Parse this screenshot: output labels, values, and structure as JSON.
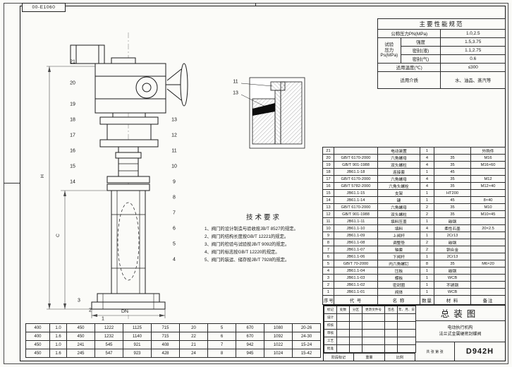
{
  "doc_code": "00-E1060",
  "spec_table": {
    "title": "主要性能规范",
    "pn_label": "公称压力PN(MPa)",
    "pn_value": "1.0,2.5",
    "test_group_label": "试验\n压力\nPs(MPa)",
    "strength_label": "强度",
    "strength_value": "1.5,3.75",
    "seal_liquid_label": "密封(液)",
    "seal_liquid_value": "1.1,2.75",
    "seal_gas_label": "密封(气)",
    "seal_gas_value": "0.6",
    "temp_label": "适用温度(℃)",
    "temp_value": "≤300",
    "medium_label": "适用介质",
    "medium_value": "水、油品、蒸汽等"
  },
  "tech_req": {
    "title": "技术要求",
    "items": [
      "1、阀门的设计制造与验收按JB/T 8527的规定。",
      "2、阀门的结构长度按GB/T 12221的规定。",
      "3、阀门的检验与试验按JB/T 9092的规定。",
      "4、阀门的标志按GB/T 12220的规定。",
      "5、阀门的装运、储存按JB/T 7928的规定。"
    ]
  },
  "dims": {
    "h": "H",
    "c": "C",
    "dn": "DN"
  },
  "callouts": [
    "21",
    "20",
    "19",
    "18",
    "17",
    "16",
    "15",
    "14",
    "13",
    "12",
    "11",
    "10",
    "9",
    "8",
    "7",
    "6",
    "5",
    "4",
    "3",
    "2",
    "1"
  ],
  "detail_callouts": [
    "11",
    "13"
  ],
  "parts_table": {
    "headers": [
      "序号",
      "代  号",
      "名  称",
      "数量",
      "材  料",
      "备注"
    ],
    "rows": [
      [
        "21",
        "",
        "电动装置",
        "1",
        "",
        "外购件"
      ],
      [
        "20",
        "GB/T 6170-2000",
        "六角螺母",
        "4",
        "35",
        "M16"
      ],
      [
        "19",
        "GB/T 901-1988",
        "双头螺柱",
        "4",
        "35",
        "M16×60"
      ],
      [
        "18",
        "JB61.1-18",
        "连接套",
        "1",
        "45",
        ""
      ],
      [
        "17",
        "GB/T 6170-2000",
        "六角螺母",
        "4",
        "35",
        "M12"
      ],
      [
        "16",
        "GB/T 5782-2000",
        "六角头螺栓",
        "4",
        "35",
        "M12×40"
      ],
      [
        "15",
        "JB61.1-15",
        "支架",
        "1",
        "HT200",
        ""
      ],
      [
        "14",
        "JB61.1-14",
        "键",
        "1",
        "45",
        "8×40"
      ],
      [
        "13",
        "GB/T 6170-2000",
        "六角螺母",
        "2",
        "35",
        "M10"
      ],
      [
        "12",
        "GB/T 901-1988",
        "双头螺柱",
        "2",
        "35",
        "M10×45"
      ],
      [
        "11",
        "JB61.1-11",
        "填料压盖",
        "1",
        "碳钢",
        ""
      ],
      [
        "10",
        "JB61.1-10",
        "填料",
        "4",
        "柔性石墨",
        "20×2.5"
      ],
      [
        "9",
        "JB61.1-09",
        "上阀杆",
        "1",
        "2Cr13",
        ""
      ],
      [
        "8",
        "JB61.1-08",
        "调整垫",
        "2",
        "碳钢",
        ""
      ],
      [
        "7",
        "JB61.1-07",
        "轴套",
        "2",
        "铜合金",
        ""
      ],
      [
        "6",
        "JB61.1-06",
        "下阀杆",
        "1",
        "2Cr13",
        ""
      ],
      [
        "5",
        "GB/T 70-2000",
        "内六角螺钉",
        "8",
        "35",
        "M6×20"
      ],
      [
        "4",
        "JB61.1-04",
        "压板",
        "1",
        "碳钢",
        ""
      ],
      [
        "3",
        "JB61.1-03",
        "蝶板",
        "1",
        "WCB",
        ""
      ],
      [
        "2",
        "JB61.1-02",
        "密封圈",
        "1",
        "不锈钢",
        ""
      ],
      [
        "1",
        "JB61.1-01",
        "阀体",
        "1",
        "WCB",
        ""
      ]
    ]
  },
  "dim_table": {
    "rows": [
      [
        "400",
        "1.0",
        "450",
        "1222",
        "1125",
        "715",
        "20",
        "5",
        "670",
        "1080",
        "20-26"
      ],
      [
        "400",
        "1.6",
        "450",
        "1232",
        "1140",
        "715",
        "22",
        "6",
        "670",
        "1092",
        "24-30"
      ],
      [
        "450",
        "1.0",
        "241",
        "545",
        "921",
        "408",
        "21",
        "7",
        "942",
        "1022",
        "15-24"
      ],
      [
        "450",
        "1.6",
        "245",
        "547",
        "923",
        "428",
        "24",
        "8",
        "945",
        "1024",
        "15-42"
      ]
    ]
  },
  "title_block": {
    "drawing_title": "总装图",
    "drawing_no": "D942H",
    "product_line1": "电动执行机构",
    "product_line2": "法兰式金属硬密封蝶阀",
    "rev_labels": [
      "标记",
      "处数",
      "分区",
      "更改文件号",
      "签名",
      "年、月、日"
    ],
    "sign_labels": [
      "设计",
      "校核",
      "审核",
      "工艺",
      "批准"
    ],
    "stage_labels": [
      "阶段标记",
      "重量",
      "比例"
    ],
    "sheet_note": "共 张 第 张"
  }
}
